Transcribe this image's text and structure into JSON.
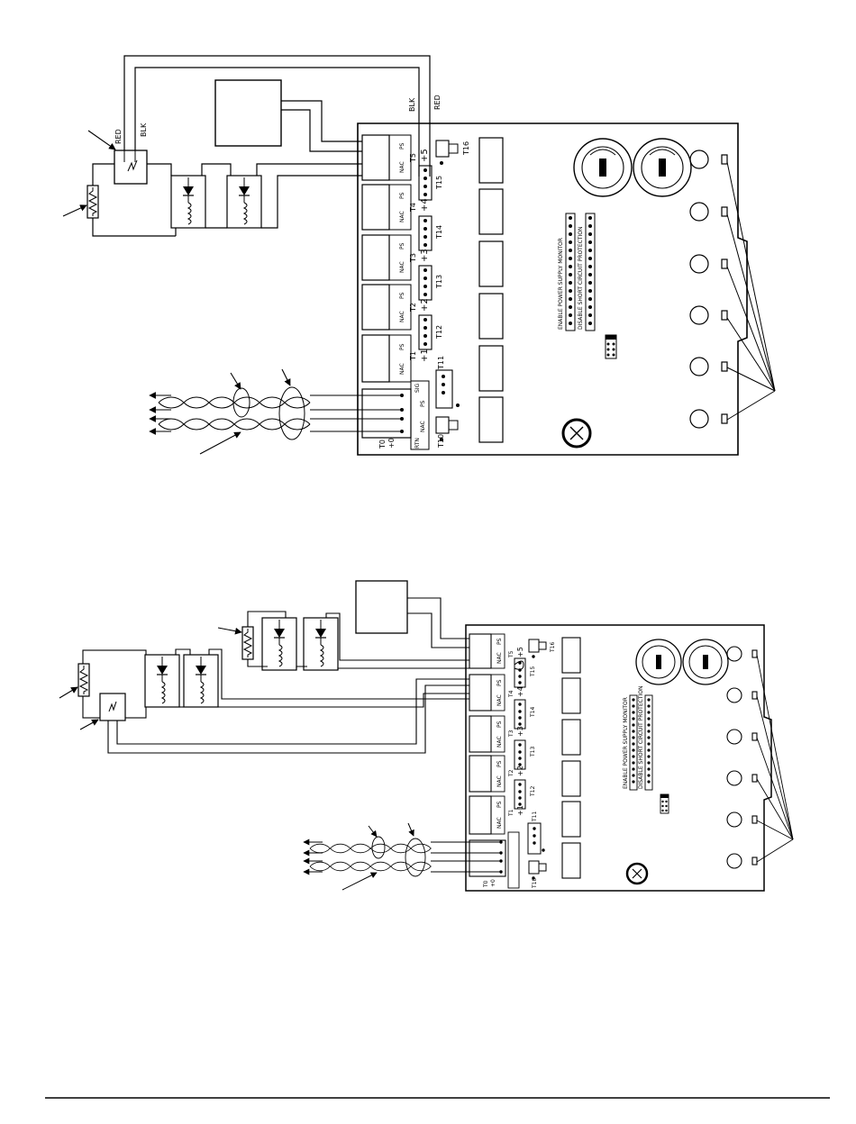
{
  "top": {
    "wire_labels": {
      "red_left": "RED",
      "blk_left": "BLK",
      "blk_top": "BLK",
      "red_top": "RED"
    },
    "terminals": [
      "T0",
      "T1",
      "T2",
      "T3",
      "T4",
      "T5"
    ],
    "circuit_numbers": [
      "+0",
      "+1",
      "+2",
      "+3",
      "+4",
      "+5"
    ],
    "sub_terminals": [
      "T10",
      "T11",
      "T12",
      "T13",
      "T14",
      "T15",
      "T16"
    ],
    "block_labels": {
      "nac": "NAC",
      "ps": "PS",
      "plus": "+",
      "minus": "-",
      "rtn": "RTN",
      "sig": "SIG"
    },
    "jumper_text": {
      "enable": "ENABLE POWER SUPPLY MONITOR",
      "disable": "DISABLE SHORT CIRCUIT PROTECTION"
    }
  },
  "bottom": {
    "terminals": [
      "T0",
      "T1",
      "T2",
      "T3",
      "T4",
      "T5"
    ],
    "circuit_numbers": [
      "+0",
      "+1",
      "+2",
      "+3",
      "+4",
      "+5"
    ],
    "sub_terminals": [
      "T10",
      "T11",
      "T12",
      "T13",
      "T14",
      "T15",
      "T16"
    ],
    "block_labels": {
      "nac": "NAC",
      "ps": "PS"
    },
    "jumper_text": {
      "enable": "ENABLE POWER SUPPLY MONITOR",
      "disable": "DISABLE SHORT CIRCUIT PROTECTION"
    }
  }
}
